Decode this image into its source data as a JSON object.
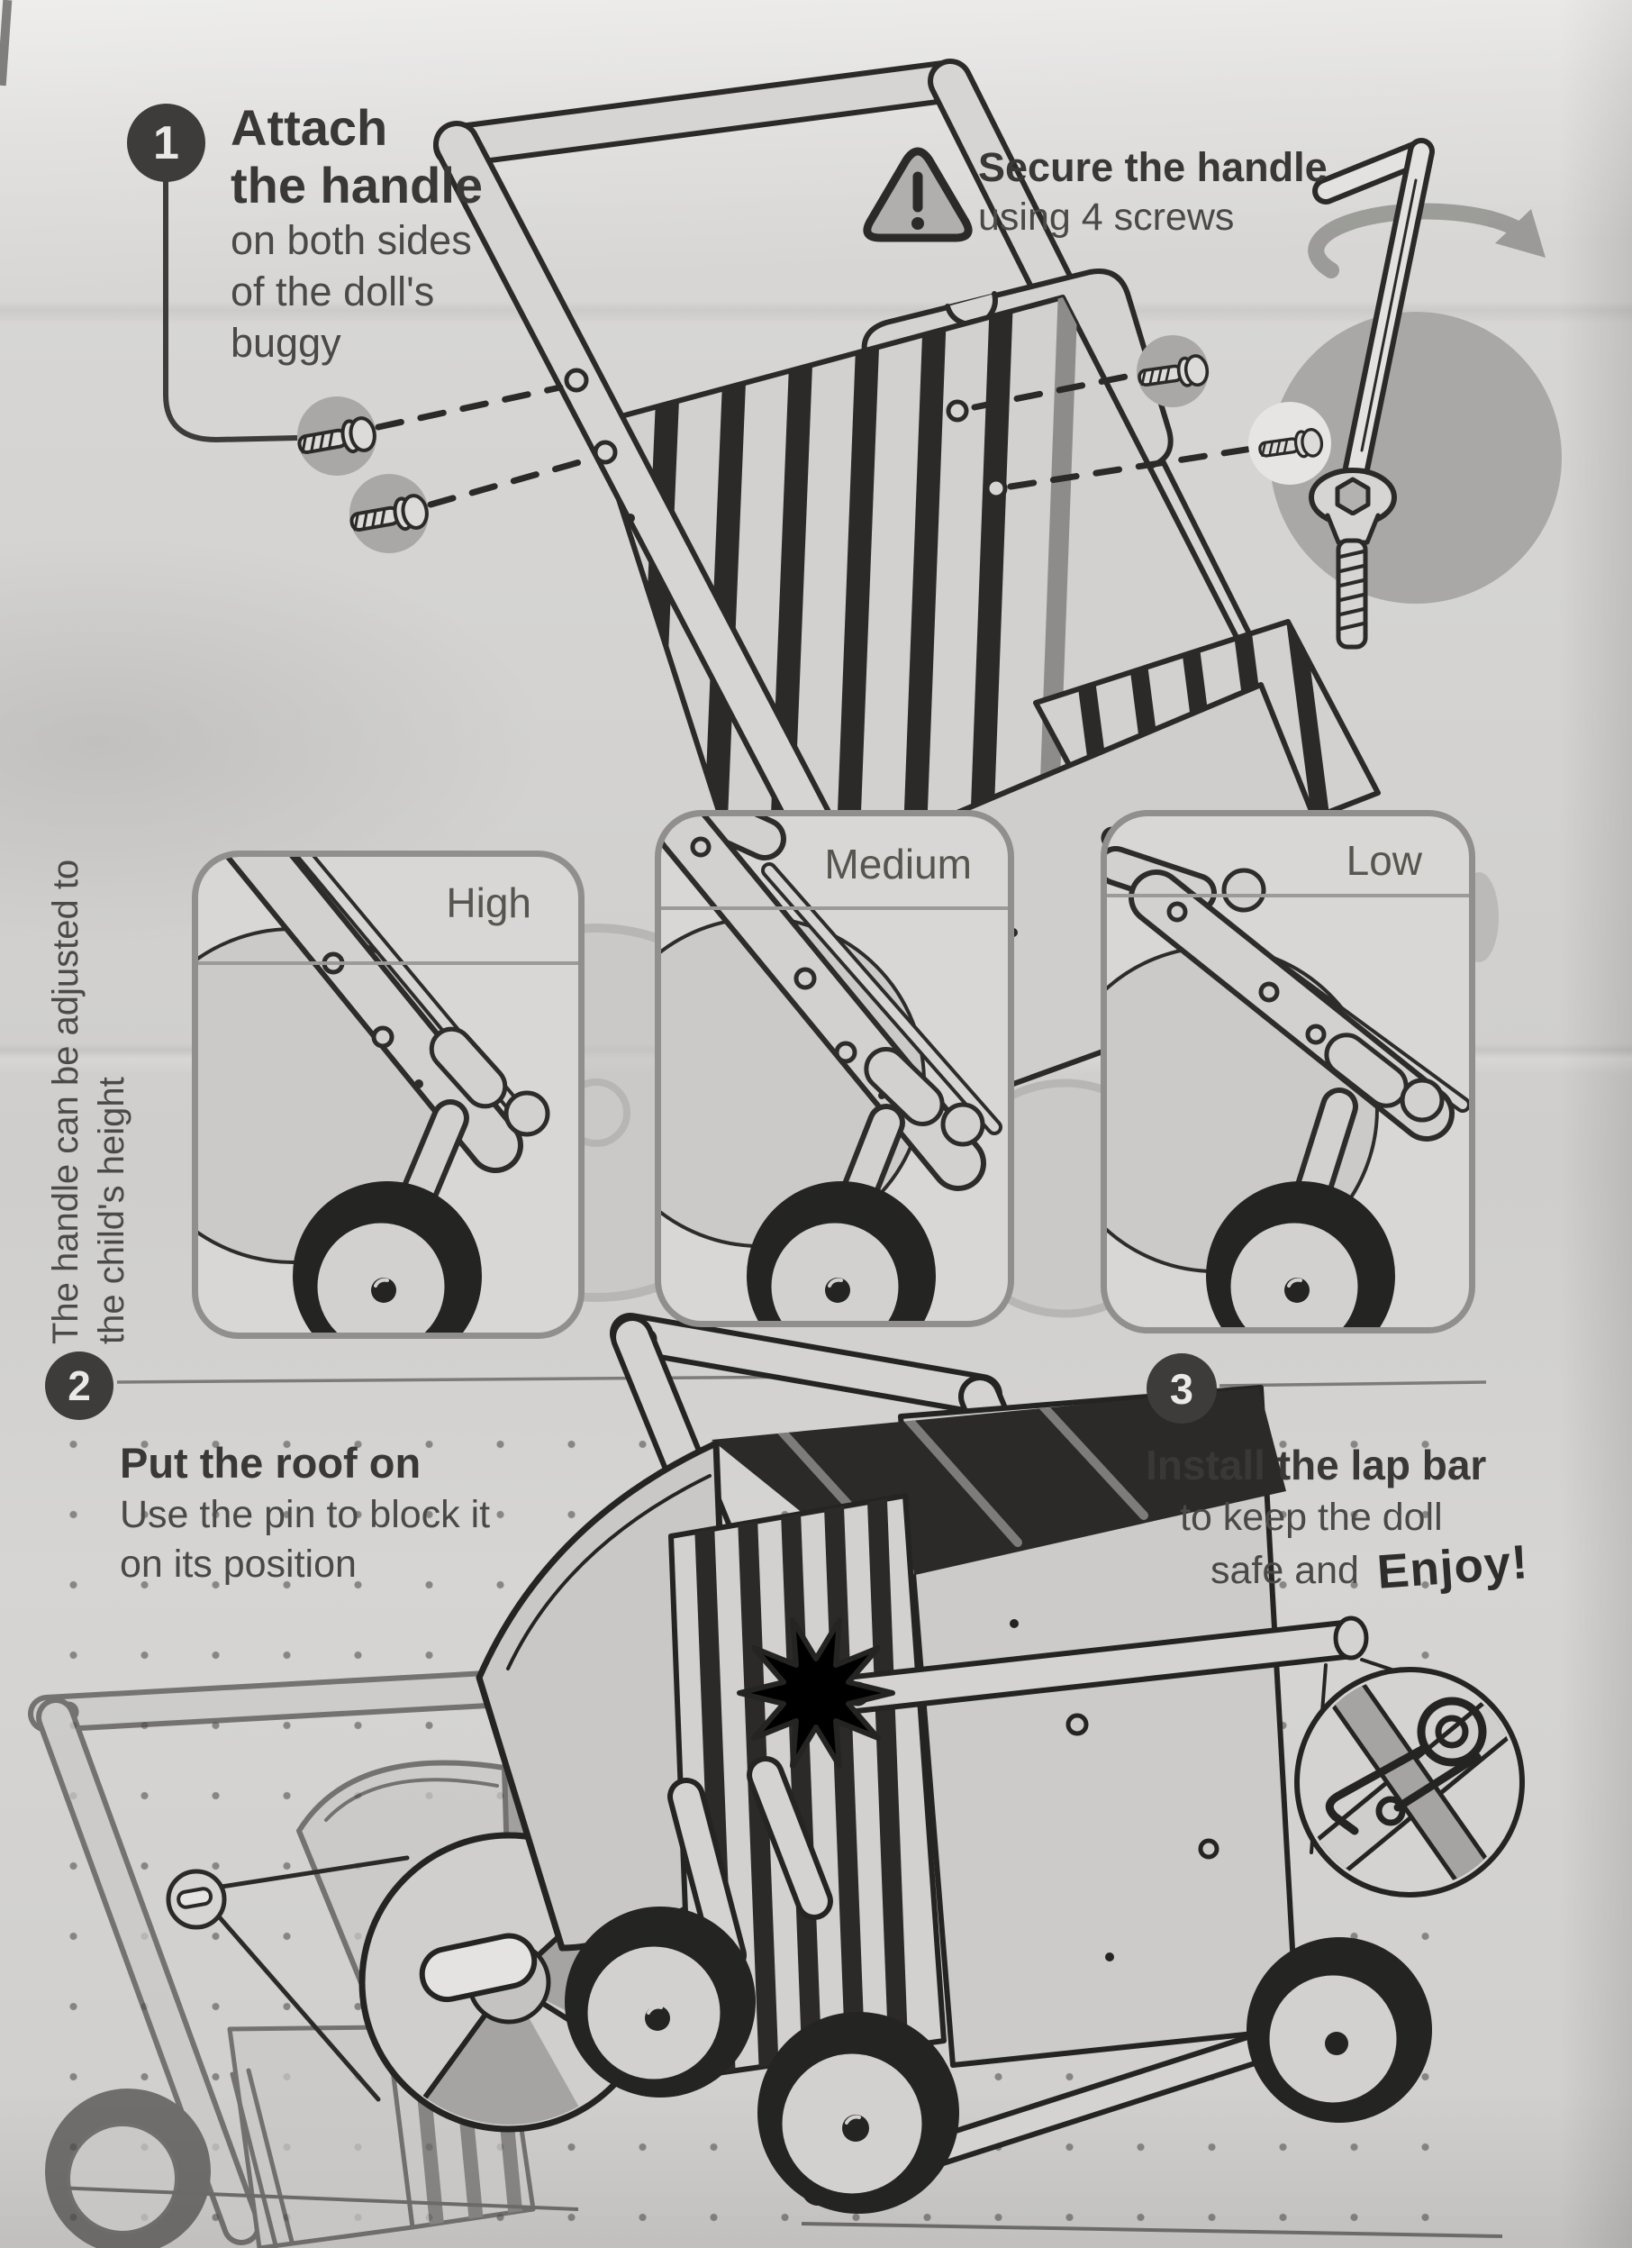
{
  "document": {
    "kind": "printed assembly instruction leaflet (doll's buggy)",
    "colors": {
      "paper": "#d6d5d3",
      "ink": "#2e2d2b",
      "badge": "#3d3c3a",
      "muted_gray": "#8f8e8c",
      "callout_gray": "#a9a8a6",
      "body_text": "#4a4947"
    },
    "steps": [
      {
        "number": "1",
        "title_lines": [
          "Attach",
          "the handle"
        ],
        "body_lines": [
          "on both sides",
          "of the doll's",
          "buggy"
        ]
      },
      {
        "number": "2",
        "title_lines": [
          "Put the roof on"
        ],
        "body_lines": [
          "Use the pin to block it",
          "on its position"
        ]
      },
      {
        "number": "3",
        "title_lines": [
          "Install the lap bar"
        ],
        "body_lines": [
          "to keep the doll",
          "safe and"
        ],
        "emphasis": "Enjoy!"
      }
    ],
    "warning": {
      "icon": "warning-triangle",
      "title": "Secure the handle",
      "body": "using 4 screws"
    },
    "side_note_lines": [
      "The handle can be adjusted to",
      "the child's height"
    ],
    "height_panels": [
      {
        "label": "High"
      },
      {
        "label": "Medium"
      },
      {
        "label": "Low"
      }
    ]
  }
}
